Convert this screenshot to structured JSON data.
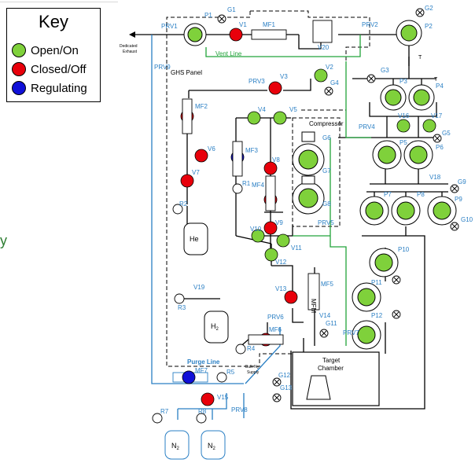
{
  "key": {
    "title": "Key",
    "items": [
      {
        "label": "Open/On",
        "color": "#7fd13b"
      },
      {
        "label": "Closed/Off",
        "color": "#e8000b"
      },
      {
        "label": "Regulating",
        "color": "#1010d8"
      }
    ]
  },
  "left_fragment": "y",
  "labels": {
    "prv1": "PRV1",
    "p1": "P1",
    "g1": "G1",
    "v1": "V1",
    "mf1": "MF1",
    "prv2": "PRV2",
    "g2": "G2",
    "p2": "P2",
    "exhaust": [
      "Dedicated",
      "Exhaust"
    ],
    "vent_line": "Vent Line",
    "v20": "V20",
    "prv9": "PRV9",
    "ghs_panel": "GHS Panel",
    "v2": "V2",
    "g4": "G4",
    "prv3": "PRV3",
    "v3": "V3",
    "g3": "G3",
    "p3": "P3",
    "p4": "P4",
    "mf2": "MF2",
    "v4": "V4",
    "v5": "V5",
    "compressor": "Compressor",
    "prv4": "PRV4",
    "v16": "V16",
    "v17": "V17",
    "g5": "G5",
    "p5": "P5",
    "p6": "P6",
    "v6": "V6",
    "mf3": "MF3",
    "g6": "G6",
    "g7": "G7",
    "v8": "V8",
    "v7": "V7",
    "r1": "R1",
    "mf4": "MF4",
    "v18": "V18",
    "g9": "G9",
    "p7": "P7",
    "p8": "P8",
    "p9": "P9",
    "g10": "G10",
    "r2": "R2",
    "g8": "G8",
    "he": "He",
    "v9": "V9",
    "prv5": "PRV5",
    "v10": "V10",
    "v11": "V11",
    "v12": "V12",
    "p10": "P10",
    "p11": "P11",
    "p12": "P12",
    "v13": "V13",
    "mfm": "MFM",
    "mf5": "MF5",
    "v19": "V19",
    "r3": "R3",
    "h2": "H",
    "h2_sub": "2",
    "prv6": "PRV6",
    "v14": "V14",
    "g11": "G11",
    "prv7": "PRV7",
    "mf6": "MF6",
    "r4": "R4",
    "bulk_n2": [
      "Bulk N",
      "Supply"
    ],
    "bulk_n2_sub": "2",
    "purge_line": "Purge Line",
    "mf7": "MF7",
    "r5": "R5",
    "g12": "G12",
    "g13": "G13",
    "target_chamber": [
      "Target",
      "Chamber"
    ],
    "v15": "V15",
    "prv8": "PRV8",
    "r7": "R7",
    "r8": "R8",
    "n2": "N",
    "n2_sub": "2",
    "t": "T"
  },
  "colors": {
    "open": "#7fd13b",
    "closed": "#e8000b",
    "regulating": "#1010d8",
    "pipe": "#000000",
    "vent": "#22a33a",
    "purge": "#2a7fc4",
    "label_blue": "#2a7fc4"
  }
}
